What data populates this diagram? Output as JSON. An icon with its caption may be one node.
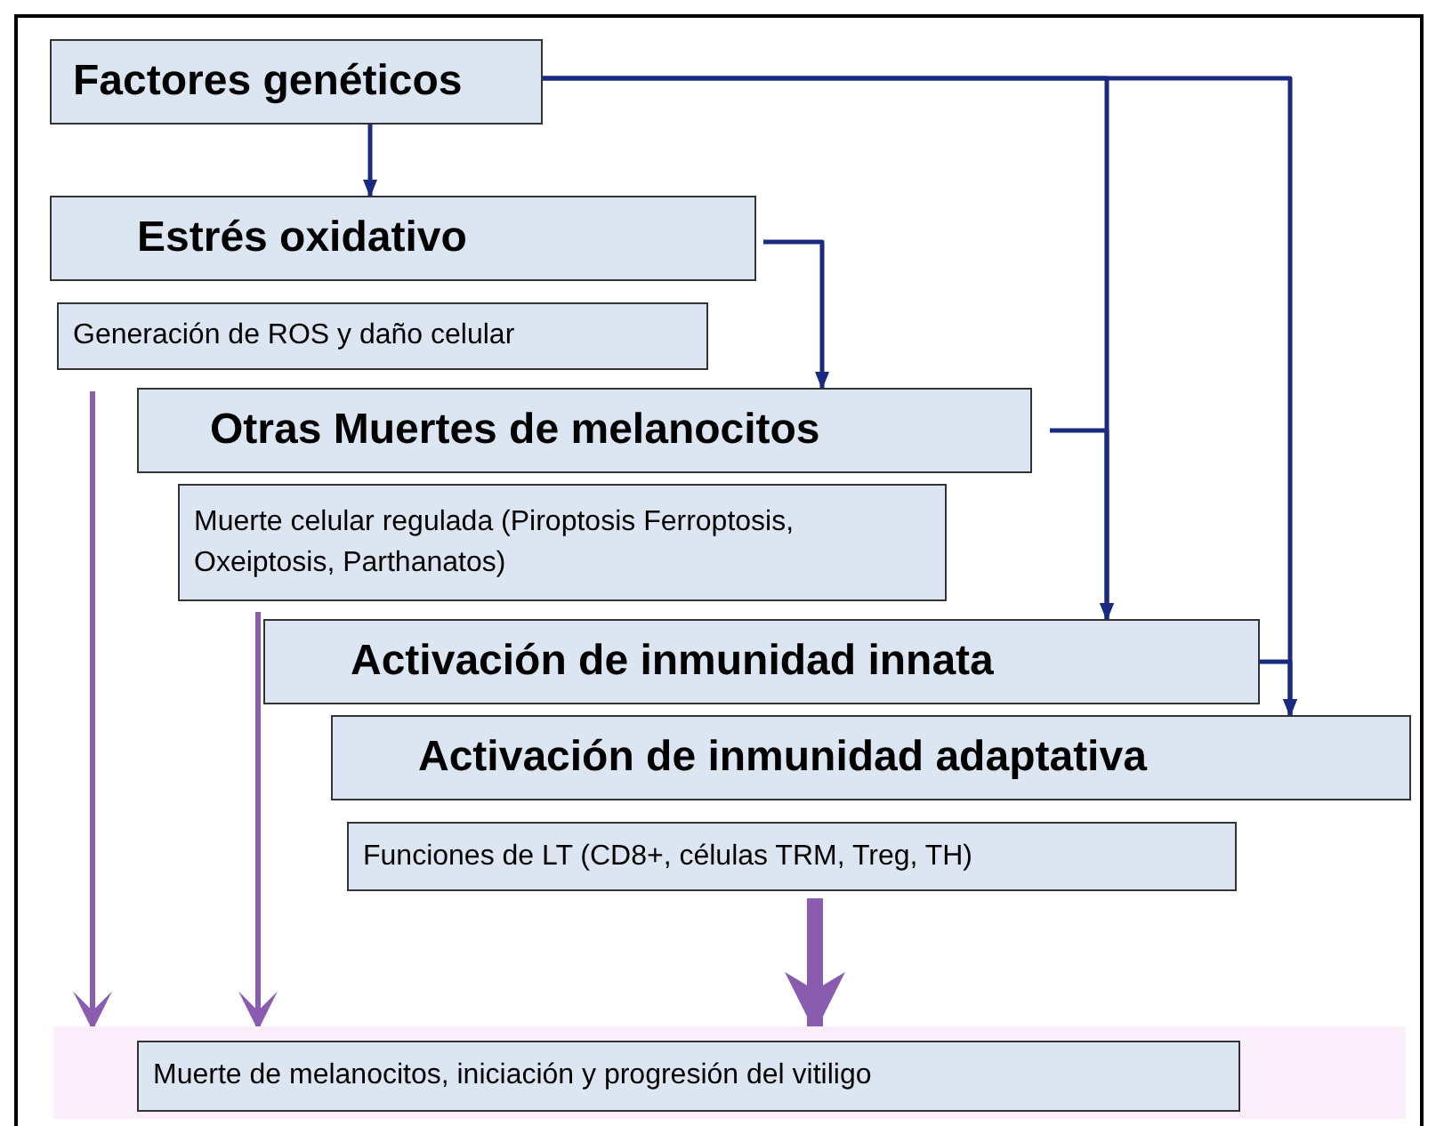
{
  "diagram": {
    "nodes": [
      {
        "text": [
          "Factores genéticos"
        ]
      },
      {
        "text": [
          "Estrés oxidativo"
        ]
      },
      {
        "text": [
          "Generación de ROS y daño celular"
        ]
      },
      {
        "text": [
          "Otras Muertes de melanocitos"
        ]
      },
      {
        "text": [
          "Muerte celular regulada (Piroptosis Ferroptosis, Oxeiptosis, Parthanatos)"
        ]
      },
      {
        "text": [
          "Activación de inmunidad innata"
        ]
      },
      {
        "text": [
          "Activación de inmunidad adaptativa"
        ]
      },
      {
        "text": [
          "Funciones de LT (CD8+, células TRM, Treg, TH)"
        ]
      },
      {
        "text": [],
        "shape": "bar"
      },
      {
        "text": [
          "Muerte de melanocitos, iniciación y progresión del vitiligo"
        ],
        "in": 8
      }
    ],
    "edges": [
      {
        "from": 0,
        "to": 1,
        "arrow": "to"
      },
      {
        "from": 1,
        "to": 3,
        "arrow": "to"
      },
      {
        "from": 0,
        "to": 5,
        "arrow": "to"
      },
      {
        "from": 0,
        "to": 6,
        "arrow": "to"
      },
      {
        "from": 3,
        "to": 5,
        "arrow": "to"
      },
      {
        "from": 5,
        "to": 6,
        "arrow": "to"
      },
      {
        "from": 2,
        "to": 8,
        "arrow": "to",
        "color": "#8a5cb0"
      },
      {
        "from": 4,
        "to": 8,
        "arrow": "to",
        "color": "#8a5cb0"
      },
      {
        "from": 7,
        "to": 8,
        "arrow": "to",
        "style": "thick",
        "color": "#8a5cb0"
      }
    ]
  }
}
